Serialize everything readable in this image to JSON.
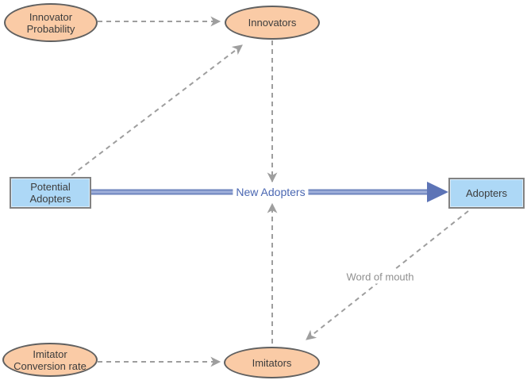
{
  "diagram": {
    "nodes": {
      "innovator_probability": {
        "label_line1": "Innovator",
        "label_line2": "Probability"
      },
      "innovators": {
        "label": "Innovators"
      },
      "potential_adopters": {
        "label_line1": "Potential",
        "label_line2": "Adopters"
      },
      "adopters": {
        "label": "Adopters"
      },
      "imitator_conversion_rate": {
        "label_line1": "Imitator",
        "label_line2": "Conversion rate"
      },
      "imitators": {
        "label": "Imitators"
      }
    },
    "flow": {
      "label": "New Adopters",
      "from": "Potential Adopters",
      "to": "Adopters"
    },
    "links": [
      {
        "from": "Innovator Probability",
        "to": "Innovators",
        "style": "dashed"
      },
      {
        "from": "Potential Adopters",
        "to": "Innovators",
        "style": "dashed"
      },
      {
        "from": "Innovators",
        "to": "New Adopters",
        "style": "dashed"
      },
      {
        "from": "Imitators",
        "to": "New Adopters",
        "style": "dashed"
      },
      {
        "from": "Imitator Conversion rate",
        "to": "Imitators",
        "style": "dashed"
      },
      {
        "from": "Adopters",
        "to": "Imitators",
        "style": "dashed",
        "label": "Word of mouth"
      }
    ],
    "colors": {
      "ellipse_fill": "#FACBA6",
      "ellipse_border": "#606060",
      "rect_fill": "#ADD8F6",
      "rect_border": "#828282",
      "dashed_link": "#9E9E9E",
      "flow_dark": "#5D74B6",
      "flow_mid": "#6E84BD",
      "flow_light": "#9FAFDB",
      "flow_label_text": "#4A67B2",
      "link_label_text": "#8F8F8F",
      "node_text": "#3C3C3C"
    }
  }
}
